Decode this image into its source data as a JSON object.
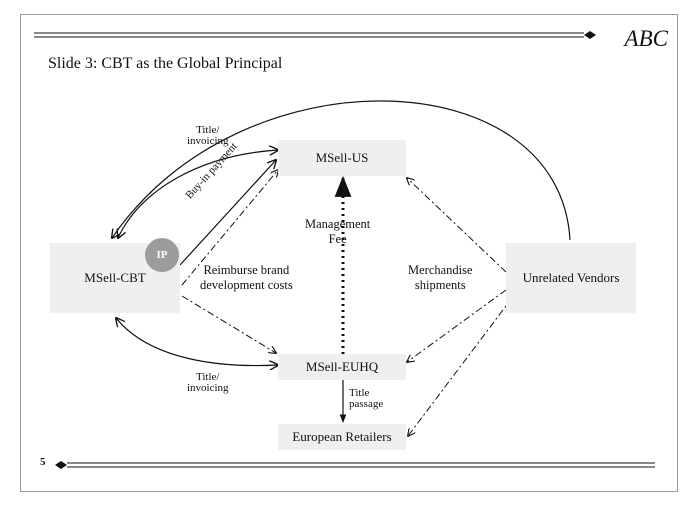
{
  "header": {
    "brand": "ABC",
    "title": "Slide 3: CBT as the Global Principal"
  },
  "footer": {
    "page_number": "5"
  },
  "nodes": {
    "cbt": "MSell-CBT",
    "us": "MSell-US",
    "euhq": "MSell-EUHQ",
    "retailers": "European Retailers",
    "vendors": "Unrelated Vendors"
  },
  "badge": {
    "ip": "IP"
  },
  "labels": {
    "title_invoicing_top": [
      "Title/",
      "invoicing"
    ],
    "title_invoicing_bottom": [
      "Title/",
      "invoicing"
    ],
    "buy_in_payment": "Buy-in payment",
    "management_fee": [
      "Management",
      "Fee"
    ],
    "reimburse": [
      "Reimburse brand",
      "development costs"
    ],
    "merchandise": [
      "Merchandise",
      "shipments"
    ],
    "title_passage": [
      "Title",
      "passage"
    ]
  }
}
